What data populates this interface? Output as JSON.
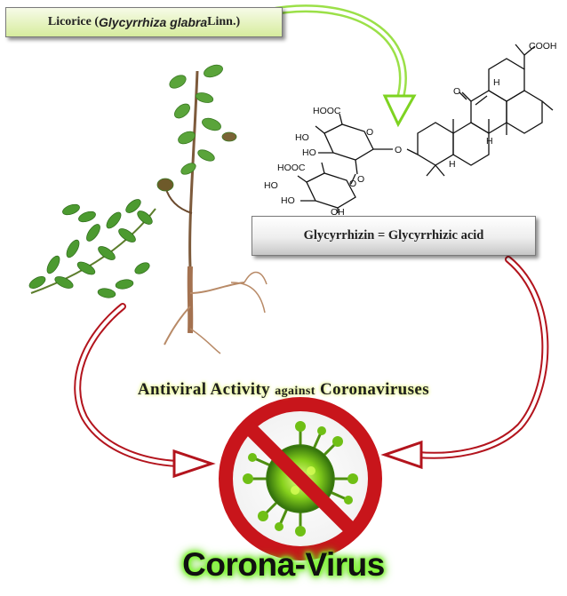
{
  "plant_label": {
    "prefix": "Licorice (",
    "latin": "Glycyrrhiza glabra",
    "suffix": " Linn.)"
  },
  "compound_label": "Glycyrrhizin = Glycyrrhizic acid",
  "activity_label": {
    "part1": "Antiviral Activity ",
    "part2": "against",
    "part3": " Coronaviruses"
  },
  "virus_label": "Corona-Virus",
  "structure_labels": {
    "cooh_top": "COOH",
    "h_upper": "H",
    "o_ketone": "O",
    "h_mid": "H",
    "h_lower": "H",
    "o_ether": "O",
    "hooc_1": "HOOC",
    "ho_1": "HO",
    "ho_2": "HO",
    "o_ring1": "O",
    "o_link": "O",
    "hooc_2": "HOOC",
    "ho_3": "HO",
    "ho_4": "HO",
    "o_ring2": "O",
    "oh_1": "OH"
  },
  "colors": {
    "arrow_red": "#b3141d",
    "arrow_green": "#7ed321",
    "prohibition_red": "#c8151b",
    "virus_green": "#7ccc1c",
    "glow_green": "#7cff2b"
  }
}
